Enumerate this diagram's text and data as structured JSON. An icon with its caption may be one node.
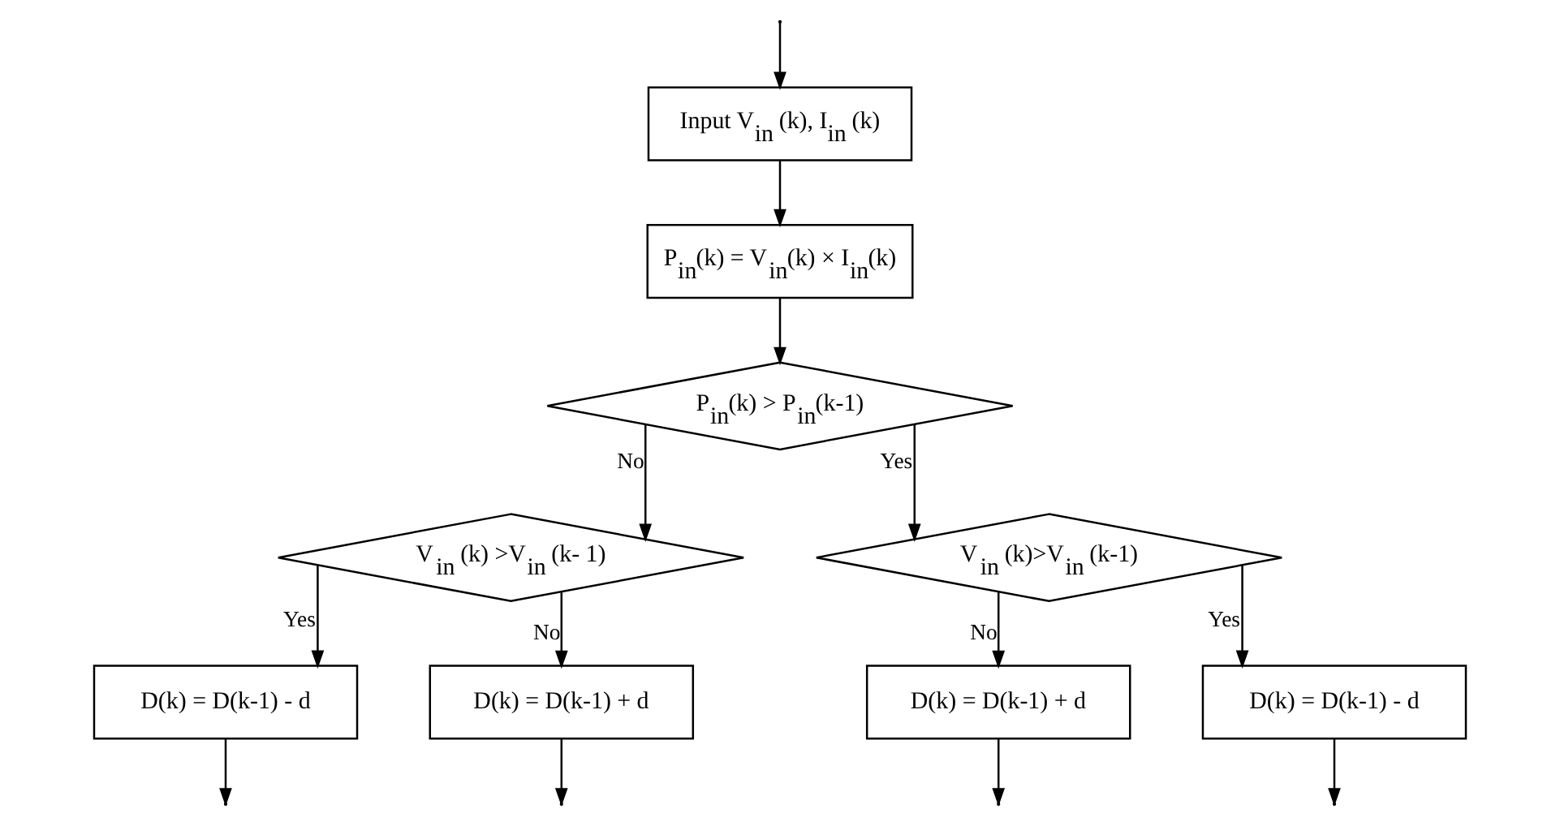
{
  "diagram": {
    "nodes": [
      {
        "text": [
          "Input V$_{in}$ (k), I$_{in}$ (k)"
        ]
      },
      {
        "text": [
          "P$_{in}$(k) = V$_{in}$(k) × I$_{in}$(k)"
        ]
      },
      {
        "text": [
          "P$_{in}$(k) > P$_{in}$(k-1)"
        ]
      },
      {
        "text": [
          "V$_{in}$ (k) >V$_{in}$ (k- 1)"
        ]
      },
      {
        "text": [
          "V$_{in}$ (k)>V$_{in}$ (k-1)"
        ]
      },
      {
        "text": [
          "D(k) = D(k-1) - d"
        ]
      },
      {
        "text": [
          "D(k) = D(k-1) + d"
        ]
      },
      {
        "text": [
          "D(k) = D(k-1) + d"
        ]
      },
      {
        "text": [
          "D(k) = D(k-1) - d"
        ]
      }
    ],
    "edges": [
      {
        "from": null,
        "to": 0,
        "arrow": "to"
      },
      {
        "from": 0,
        "to": 1,
        "arrow": "to"
      },
      {
        "from": 1,
        "to": 2,
        "arrow": "to"
      },
      {
        "from": 2,
        "to": 3,
        "arrow": "to",
        "label": "No"
      },
      {
        "from": 2,
        "to": 4,
        "arrow": "to",
        "label": "Yes"
      },
      {
        "from": 3,
        "to": 5,
        "arrow": "to",
        "label": "Yes"
      },
      {
        "from": 3,
        "to": 6,
        "arrow": "to",
        "label": "No"
      },
      {
        "from": 4,
        "to": 7,
        "arrow": "to",
        "label": "No"
      },
      {
        "from": 4,
        "to": 8,
        "arrow": "to",
        "label": "Yes"
      },
      {
        "from": 5,
        "to": null,
        "arrow": "to"
      },
      {
        "from": 6,
        "to": null,
        "arrow": "to"
      },
      {
        "from": 7,
        "to": null,
        "arrow": "to"
      },
      {
        "from": 8,
        "to": null,
        "arrow": "to"
      }
    ]
  }
}
